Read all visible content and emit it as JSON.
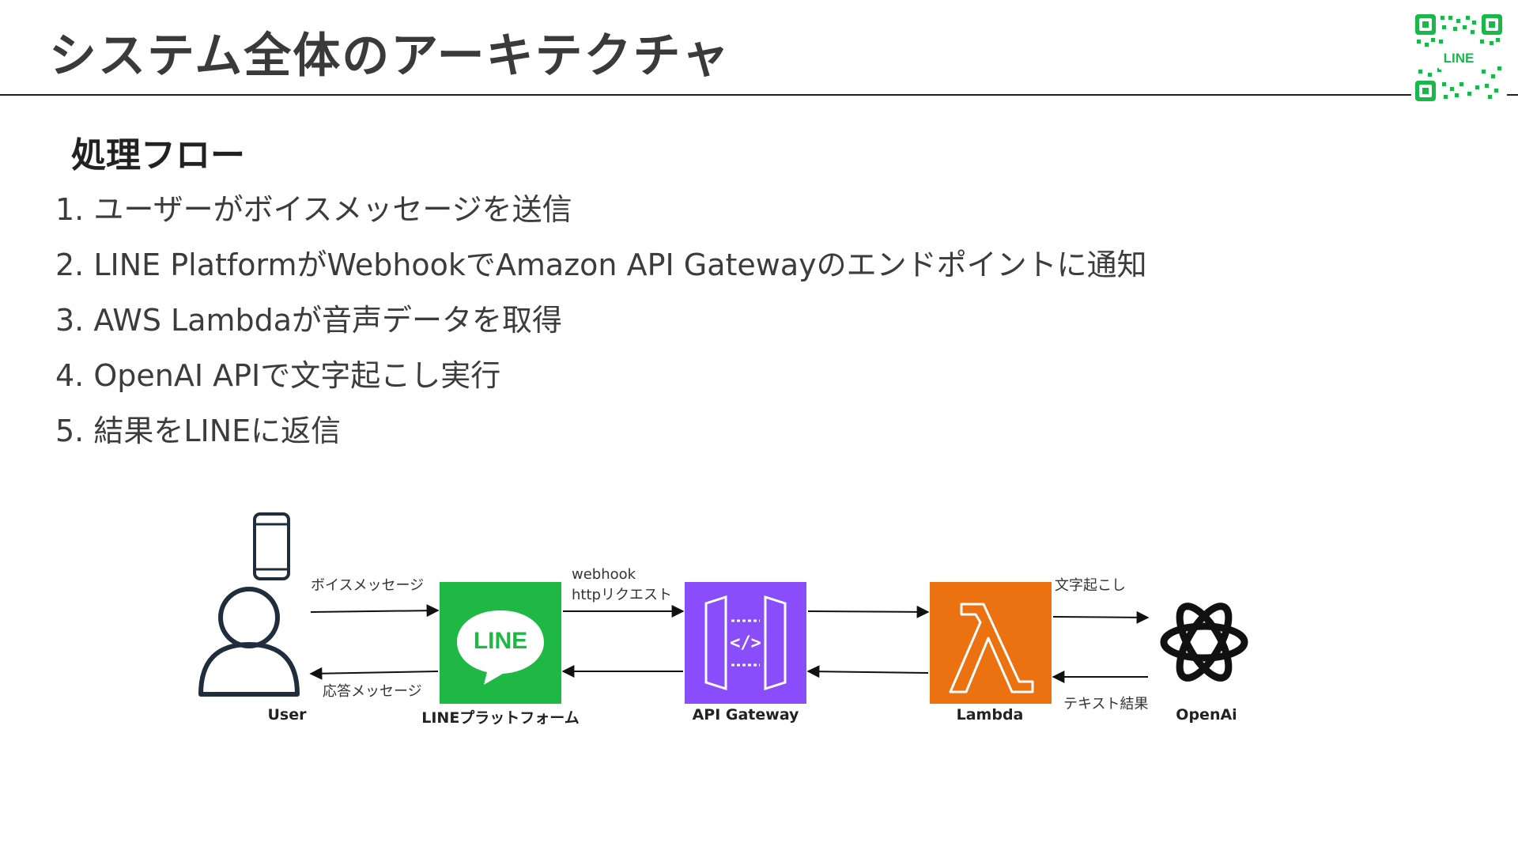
{
  "slide": {
    "title": "システム全体のアーキテクチャ",
    "subtitle": "処理フロー",
    "qr_logo_text": "LINE",
    "steps": [
      "1. ユーザーがボイスメッセージを送信",
      "2. LINE PlatformがWebhookでAmazon API Gatewayのエンドポイントに通知",
      "3. AWS Lambdaが音声データを取得",
      "4. OpenAI APIで文字起こし実行",
      "5. 結果をLINEに返信"
    ]
  },
  "diagram": {
    "nodes": {
      "user": {
        "label": "User",
        "icon": "user-with-phone-icon"
      },
      "line": {
        "label": "LINEプラットフォーム",
        "icon": "line-logo-icon",
        "logo_text": "LINE",
        "color": "#1fb845"
      },
      "apigw": {
        "label": "API Gateway",
        "icon": "api-gateway-icon",
        "color": "#8a4dfb"
      },
      "lambda": {
        "label": "Lambda",
        "icon": "lambda-icon",
        "color": "#ec7211"
      },
      "openai": {
        "label": "OpenAi",
        "icon": "openai-logo-icon"
      }
    },
    "edges": {
      "user_to_line": "ボイスメッセージ",
      "line_to_user": "応答メッセージ",
      "line_to_apigw_1": "webhook",
      "line_to_apigw_2": "httpリクエスト",
      "lambda_to_openai": "文字起こし",
      "openai_to_lambda": "テキスト結果"
    }
  }
}
